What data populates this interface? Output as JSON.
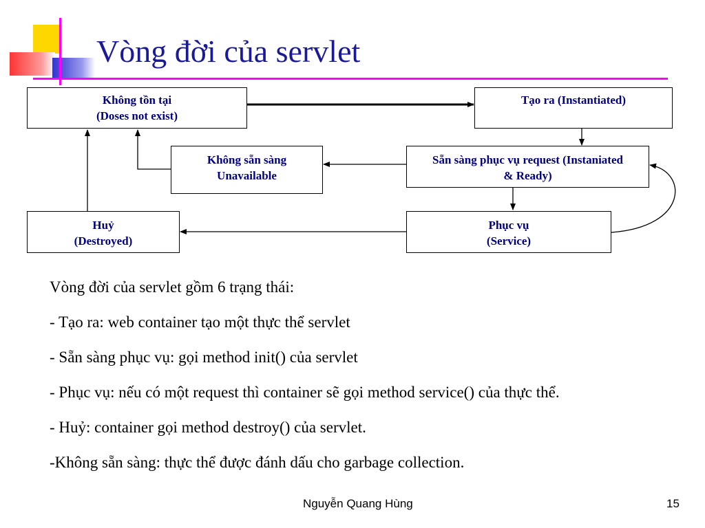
{
  "slide": {
    "title": "Vòng đời của servlet",
    "colors": {
      "title": "#1a1a99",
      "rule": "#ff00ff",
      "node_text": "#000080",
      "deco_yellow": "#ffd700",
      "deco_red": "#ff3333",
      "deco_blue": "#3333cc"
    }
  },
  "diagram": {
    "nodes": {
      "not_exist": {
        "line1": "Không tồn tại",
        "line2": "(Doses not exist)"
      },
      "instantiated": {
        "line1": "Tạo ra (Instantiated)",
        "line2": ""
      },
      "ready": {
        "line1": "Sẵn sàng phục vụ request (Instaniated",
        "line2": "& Ready)"
      },
      "unavailable": {
        "line1": "Không sẵn sàng",
        "line2": "Unavailable"
      },
      "destroyed": {
        "line1": "Huỷ",
        "line2": "(Destroyed)"
      },
      "service": {
        "line1": "Phục vụ",
        "line2": "(Service)"
      }
    }
  },
  "body": {
    "lines": [
      "Vòng đời của servlet gồm 6 trạng thái:",
      "- Tạo ra: web container tạo một thực thể servlet",
      "- Sẵn sàng phục vụ: gọi method init() của servlet",
      "- Phục vụ: nếu có một request thì container sẽ gọi method service() của thực thể.",
      "- Huỷ: container gọi method destroy() của servlet.",
      "-Không sẵn sàng: thực thể được đánh dấu cho garbage collection."
    ]
  },
  "footer": {
    "author": "Nguyễn Quang Hùng",
    "page_number": "15"
  }
}
